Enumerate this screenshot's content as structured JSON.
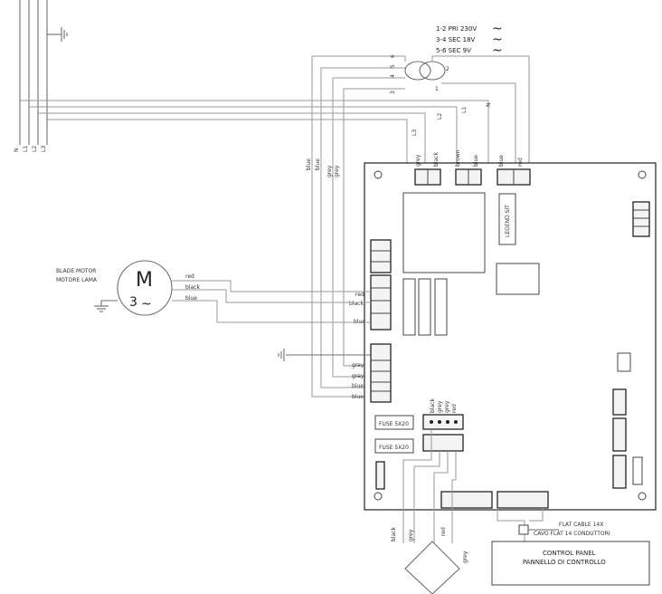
{
  "transformer": {
    "lines": [
      "1-2 PRI 230V",
      "3-4 SEC 18V",
      "5-6 SEC 9V"
    ],
    "pins": [
      "1",
      "2",
      "3",
      "4",
      "5",
      "6"
    ],
    "ac_symbol": "~"
  },
  "mains": {
    "bus_labels": [
      "N",
      "L1",
      "L2",
      "L3"
    ],
    "drop_labels": [
      "L3",
      "L2",
      "L1",
      "N"
    ]
  },
  "board": {
    "top_wires": [
      "grey",
      "black",
      "brown",
      "blue",
      "blue",
      "red"
    ],
    "side_wires": [
      "blue",
      "blue",
      "grey",
      "grey"
    ],
    "left_inputs": [
      "red",
      "black",
      "blue",
      "grey",
      "grey",
      "blue",
      "blue"
    ],
    "rect_wires": [
      "black",
      "grey",
      "grey",
      "red"
    ],
    "relay_label": "LEGEND SIT",
    "fuses": [
      "FUSE 5X20",
      "FUSE 5X20"
    ]
  },
  "motor": {
    "label_line1": "BLADE MOTOR",
    "label_line2": "MOTORE LAMA",
    "letter": "M",
    "phase": "3",
    "ac_symbol": "~",
    "wires": [
      "red",
      "black",
      "blue"
    ]
  },
  "bottom": {
    "wires": [
      "black",
      "grey",
      "red",
      "grey"
    ],
    "flat_cable_line1": "FLAT CABLE 14X",
    "flat_cable_line2": "CAVO FLAT 14 CONDUTTORI",
    "panel_line1": "CONTROL PANEL",
    "panel_line2": "PANNELLO DI CONTROLLO"
  }
}
